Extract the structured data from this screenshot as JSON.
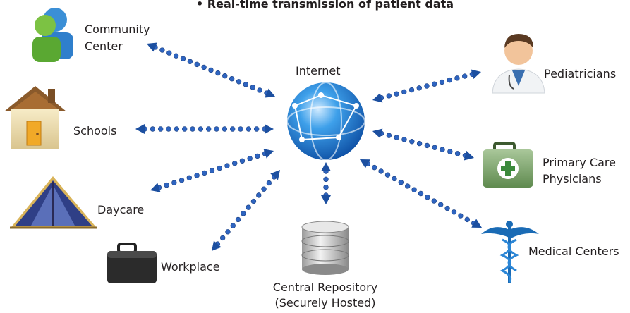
{
  "header": {
    "bullet": "• Real-time transmission of patient data"
  },
  "hub": {
    "label": "Internet"
  },
  "nodes": {
    "community_center": {
      "line1": "Community",
      "line2": "Center"
    },
    "schools": {
      "label": "Schools"
    },
    "daycare": {
      "label": "Daycare"
    },
    "workplace": {
      "label": "Workplace"
    },
    "repository": {
      "line1": "Central Repository",
      "line2": "(Securely Hosted)"
    },
    "pediatricians": {
      "label": "Pediatricians"
    },
    "primary_care": {
      "line1": "Primary Care",
      "line2": "Physicians"
    },
    "medical_centers": {
      "label": "Medical Centers"
    }
  },
  "colors": {
    "arrow": "#1c4fa0",
    "dot": "#2e64c0",
    "globe": "#1f6fc9"
  },
  "icons": [
    "community-center-icon",
    "house-icon",
    "tent-icon",
    "briefcase-icon",
    "database-icon",
    "doctor-icon",
    "first-aid-kit-icon",
    "caduceus-icon",
    "globe-icon"
  ]
}
